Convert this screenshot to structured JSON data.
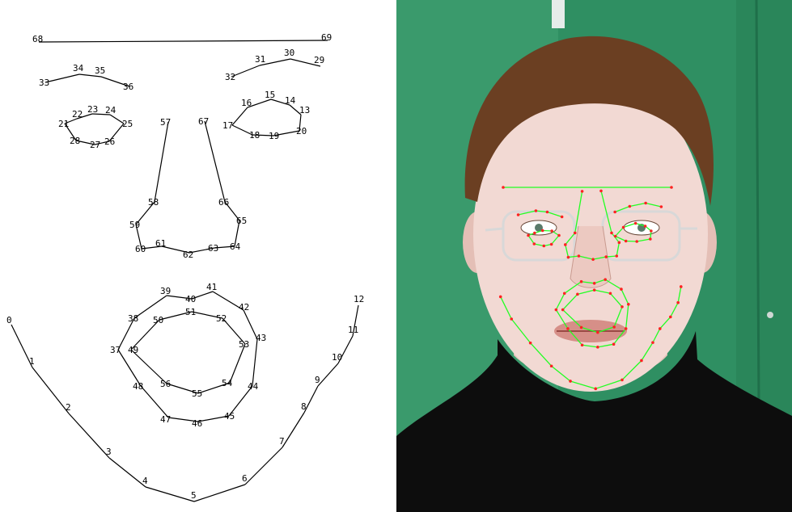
{
  "landmark_labels": [
    "0",
    "1",
    "2",
    "3",
    "4",
    "5",
    "6",
    "7",
    "8",
    "9",
    "10",
    "11",
    "12",
    "13",
    "14",
    "15",
    "16",
    "17",
    "18",
    "19",
    "20",
    "21",
    "22",
    "23",
    "24",
    "25",
    "26",
    "27",
    "28",
    "29",
    "30",
    "31",
    "32",
    "33",
    "34",
    "35",
    "36",
    "37",
    "38",
    "39",
    "40",
    "41",
    "42",
    "43",
    "44",
    "45",
    "46",
    "47",
    "48",
    "49",
    "50",
    "51",
    "52",
    "53",
    "54",
    "55",
    "56",
    "57",
    "58",
    "59",
    "60",
    "61",
    "62",
    "63",
    "64",
    "65",
    "66",
    "67",
    "68",
    "69"
  ],
  "colors": {
    "line": "#000000",
    "photo_background": "#2f8f62",
    "photo_shape_line": "#22ff22",
    "photo_points": "#ff2222"
  }
}
